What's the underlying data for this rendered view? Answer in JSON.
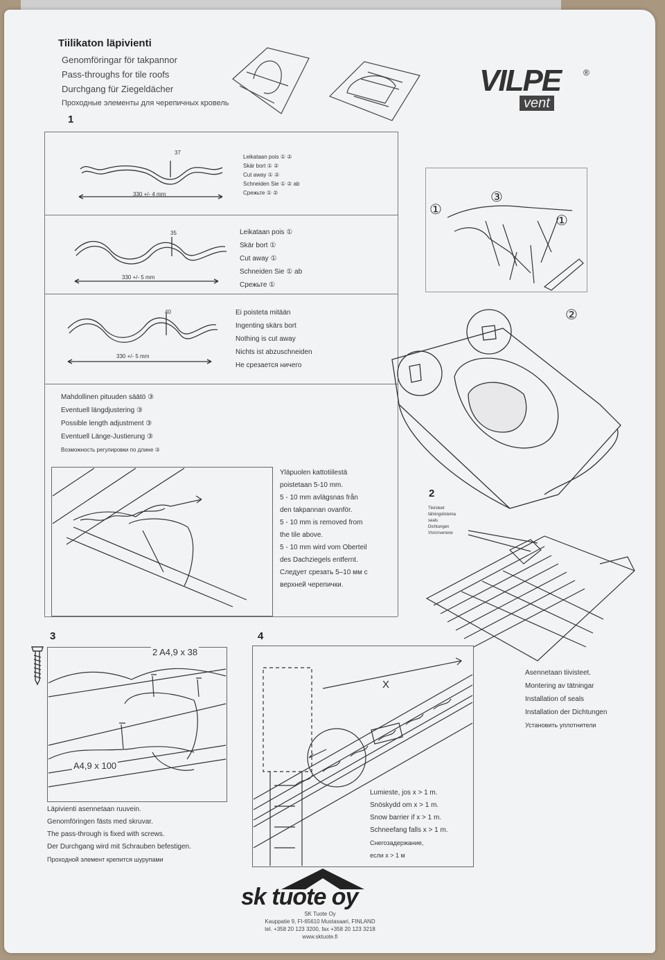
{
  "header": {
    "title": "Tiilikaton läpivienti",
    "lines": [
      "Genomföringar för takpannor",
      "Pass-throughs for tile roofs",
      "Durchgang für Ziegeldächer",
      "Проходные элементы для черепичных кровель"
    ]
  },
  "brand": {
    "name": "VILPE",
    "sub": "vent",
    "reg": "®"
  },
  "steps": {
    "s1": "1",
    "s2": "2",
    "s3": "3",
    "s4": "4"
  },
  "profiles": [
    {
      "height": "37",
      "width": "330 +/- 4 mm",
      "lines": [
        "Leikataan pois ① ②",
        "Skär bort ① ②",
        "Cut away ① ②",
        "Schneiden Sie ① ② ab",
        "Срежьте ① ②"
      ]
    },
    {
      "height": "35",
      "width": "330 +/- 5 mm",
      "lines": [
        "Leikataan pois ①",
        "Skär bort ①",
        "Cut away ①",
        "Schneiden Sie ① ab",
        "Срежьте ①"
      ]
    },
    {
      "height": "40",
      "width": "330 +/- 5 mm",
      "lines": [
        "Ei poisteta mitään",
        "Ingenting skärs bort",
        "Nothing is cut away",
        "Nichts ist abzuschneiden",
        "Не срезается ничего"
      ]
    }
  ],
  "length_adjust": [
    "Mahdollinen pituuden säätö ③",
    "Eventuell längdjustering ③",
    "Possible length adjustment ③",
    "Eventuell Länge-Justierung ③",
    "Возможность регулировки по длине ③"
  ],
  "upper_tile": [
    "Yläpuolen kattotiilestä",
    "poistetaan 5-10 mm.",
    "5 - 10 mm avlägsnas från",
    "den takpannan ovanför.",
    "5 - 10 mm is removed from",
    "the tile above.",
    "5 - 10 mm wird vom Oberteil",
    "des Dachziegels entfernt.",
    "Следует срезать 5–10 мм с",
    "верхней черепички."
  ],
  "callouts": {
    "c1": "①",
    "c2": "②",
    "c3": "③"
  },
  "seal_labels": [
    "Tiivisteet",
    "tätningslistema",
    "seals",
    "Dichtungen",
    "Уплотнители"
  ],
  "seal_caption": [
    "Asennetaan tiivisteet.",
    "Montering av tätningar",
    "Installation of seals",
    "Installation der Dichtungen",
    "Установить уплотнители"
  ],
  "screws": {
    "top": "2 A4,9 x 38",
    "bottom": "A4,9 x 100"
  },
  "screw_caption": [
    "Läpivienti asennetaan ruuvein.",
    "Genomföringen fästs med skruvar.",
    "The pass-through is fixed with screws.",
    "Der Durchgang wird mit Schrauben befestigen.",
    "Проходной элемент крепится шурупами"
  ],
  "x_label": "X",
  "snow_caption": [
    "Lumieste, jos x > 1 m.",
    "Snöskydd om x > 1 m.",
    "Snow barrier if x > 1 m.",
    "Schneefang falls x > 1 m.",
    "Снегозадержание,",
    "если x > 1 м"
  ],
  "company": {
    "logo": "sk tuote oy",
    "address": [
      "SK Tuote Oy",
      "Kauppatie 9, FI-65610 Mustasaari, FINLAND",
      "tel. +358 20 123 3200, fax +358 20 123 3218",
      "www.sktuote.fi"
    ]
  }
}
